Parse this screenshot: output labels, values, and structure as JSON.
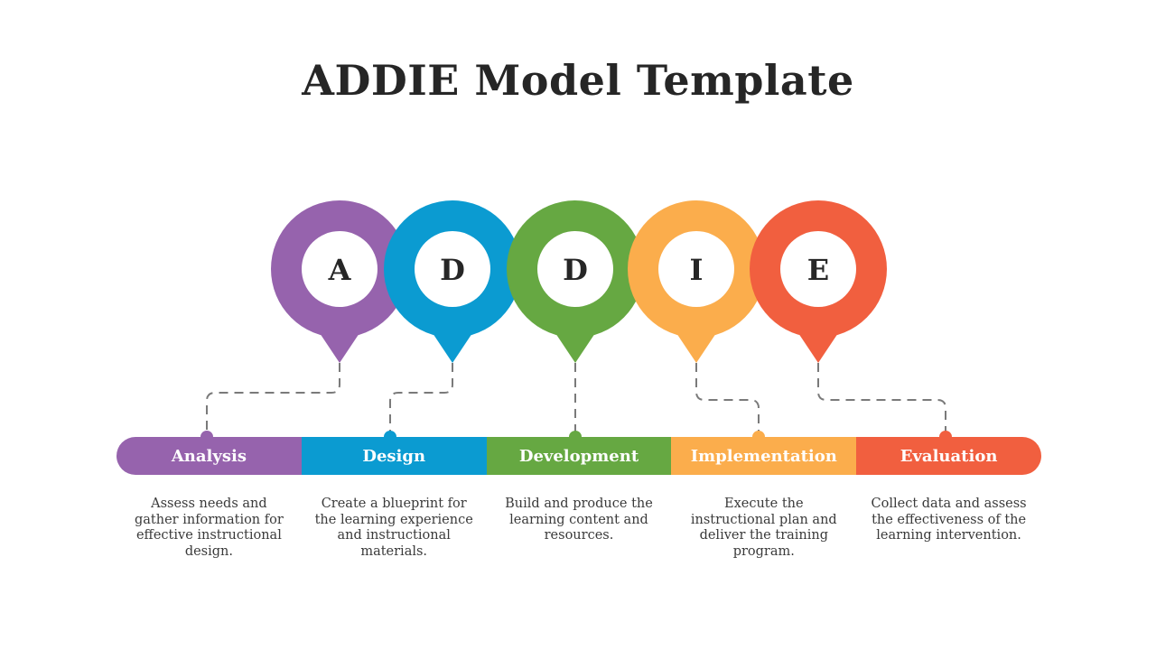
{
  "title": "ADDIE Model Template",
  "colors": {
    "purple": "#9663ad",
    "blue": "#0b9bd1",
    "green": "#66a842",
    "orange": "#fbad4c",
    "red": "#f15f3f",
    "connector": "#7a7a7a"
  },
  "stages": [
    {
      "letter": "A",
      "label": "Analysis",
      "description": "Assess needs and gather information for effective instructional design.",
      "color": "#9663ad"
    },
    {
      "letter": "D",
      "label": "Design",
      "description": "Create a blueprint for the learning experience and instructional materials.",
      "color": "#0b9bd1"
    },
    {
      "letter": "D",
      "label": "Development",
      "description": "Build and produce the learning content and resources.",
      "color": "#66a842"
    },
    {
      "letter": "I",
      "label": "Implementation",
      "description": "Execute the instructional plan and deliver the training program.",
      "color": "#fbad4c"
    },
    {
      "letter": "E",
      "label": "Evaluation",
      "description": "Collect data and assess the effectiveness of the learning intervention.",
      "color": "#f15f3f"
    }
  ]
}
